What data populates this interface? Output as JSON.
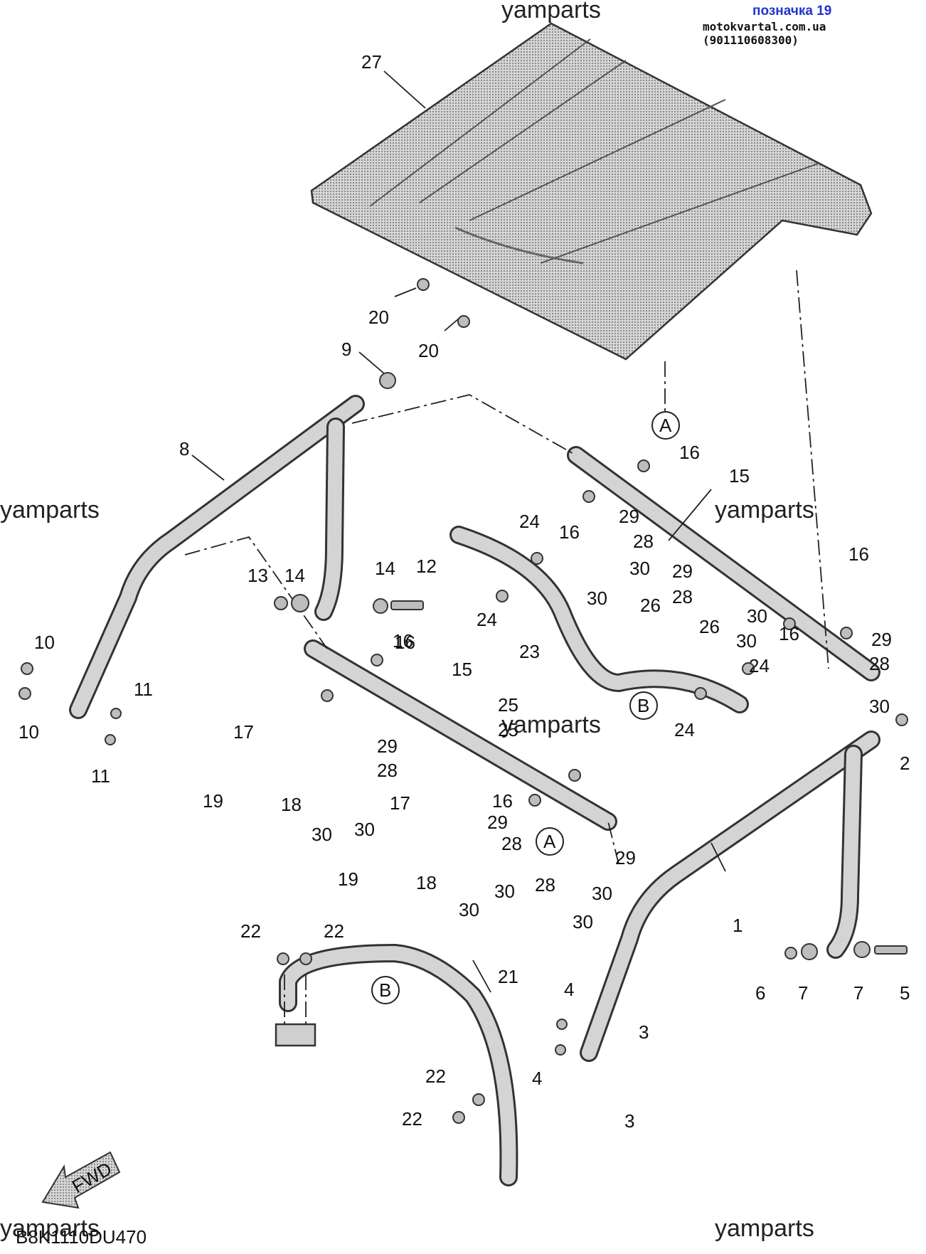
{
  "header": {
    "label": "позначка 19",
    "site": "motokvartal.com.ua (901110608300)"
  },
  "watermarks": [
    "yamparts",
    "yamparts",
    "yamparts",
    "yamparts",
    "yamparts",
    "yamparts"
  ],
  "drawing_code": "B8K1110DU470",
  "fwd_arrow_label": "FWD",
  "reference_badges": [
    "A",
    "A",
    "B",
    "B"
  ],
  "callouts": [
    "27",
    "20",
    "20",
    "9",
    "8",
    "16",
    "15",
    "16",
    "29",
    "28",
    "30",
    "30",
    "24",
    "24",
    "16",
    "29",
    "28",
    "30",
    "30",
    "16",
    "13",
    "14",
    "14",
    "12",
    "26",
    "26",
    "23",
    "16",
    "15",
    "29",
    "28",
    "30",
    "24",
    "24",
    "25",
    "25",
    "10",
    "10",
    "11",
    "11",
    "16",
    "17",
    "19",
    "18",
    "30",
    "30",
    "29",
    "28",
    "17",
    "19",
    "18",
    "30",
    "30",
    "29",
    "28",
    "16",
    "28",
    "30",
    "30",
    "29",
    "2",
    "1",
    "22",
    "22",
    "21",
    "22",
    "22",
    "4",
    "4",
    "3",
    "3",
    "6",
    "7",
    "7",
    "5"
  ]
}
